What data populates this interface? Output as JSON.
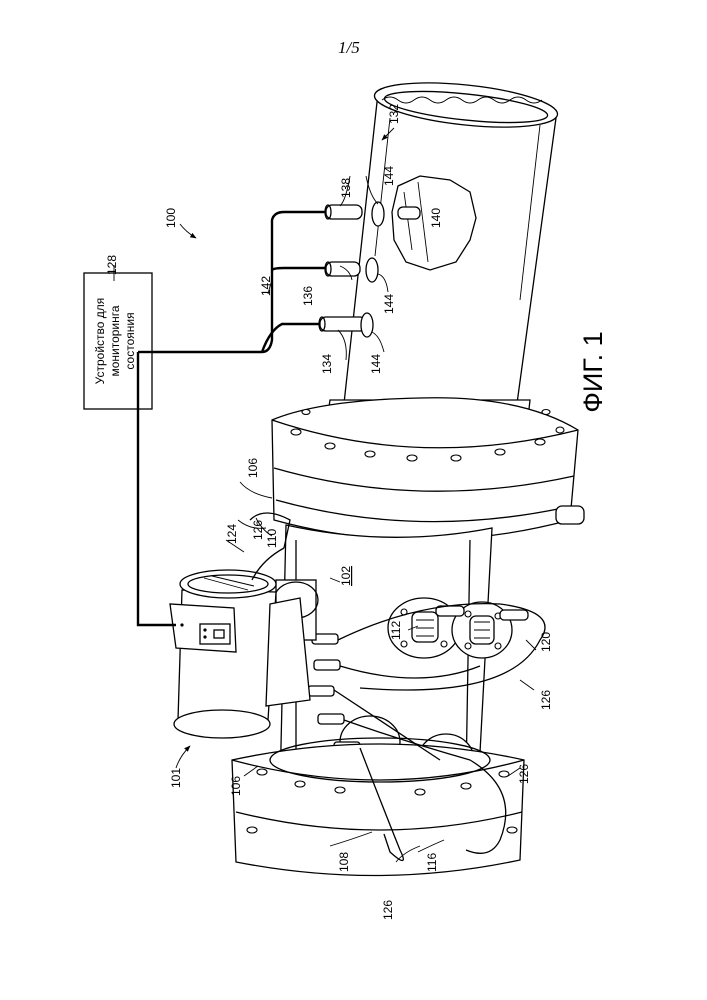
{
  "page_number": "1/5",
  "figure_caption": "ФИГ. 1",
  "monitor_box": {
    "line1": "Устройство для",
    "line2": "мониторинга",
    "line3": "состояния"
  },
  "labels": {
    "l100": "100",
    "l101": "101",
    "l102": "102",
    "l106a": "106",
    "l106b": "106",
    "l108": "108",
    "l110": "110",
    "l112": "112",
    "l116": "116",
    "l120": "120",
    "l124": "124",
    "l126a": "126",
    "l126b": "126",
    "l126c": "126",
    "l126d": "126",
    "l128": "128",
    "l132": "132",
    "l134": "134",
    "l136": "136",
    "l138": "138",
    "l140": "140",
    "l142": "142",
    "l144a": "144",
    "l144b": "144",
    "l144c": "144"
  }
}
